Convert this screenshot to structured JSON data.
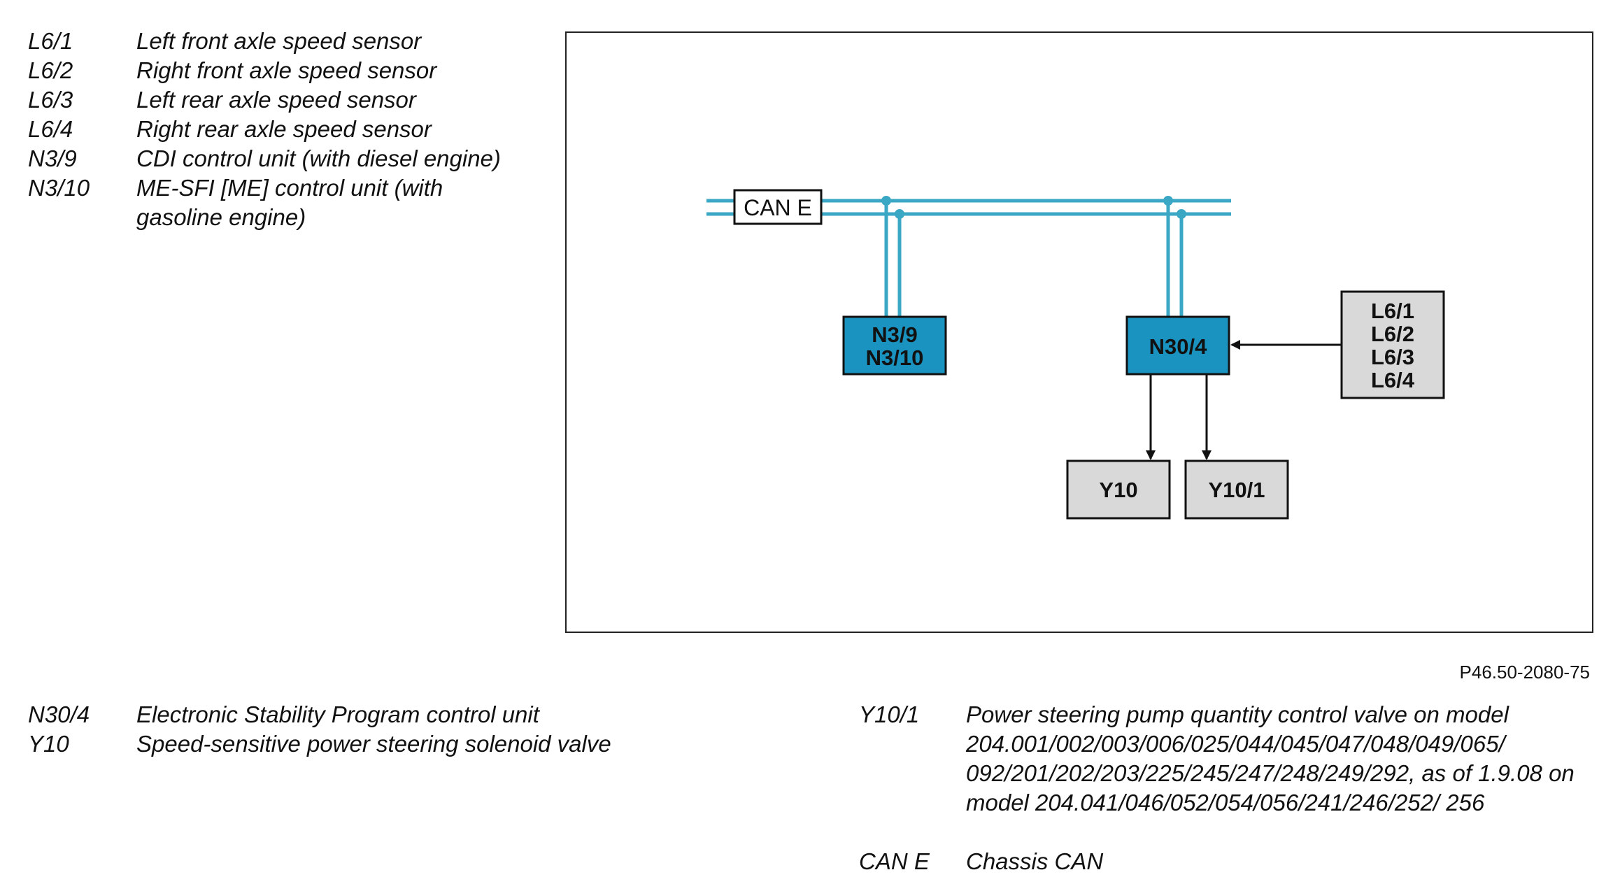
{
  "legend_top": [
    {
      "code": "L6/1",
      "desc": "Left front axle speed sensor"
    },
    {
      "code": "L6/2",
      "desc": "Right front axle speed sensor"
    },
    {
      "code": "L6/3",
      "desc": "Left rear axle speed sensor"
    },
    {
      "code": "L6/4",
      "desc": "Right rear axle speed sensor"
    },
    {
      "code": "N3/9",
      "desc": "CDI control unit (with diesel engine)"
    },
    {
      "code": "N3/10",
      "desc": "ME-SFI [ME] control unit (with gasoline engine)"
    }
  ],
  "legend_bottom_left": [
    {
      "code": "N30/4",
      "desc": "Electronic Stability Program control unit"
    },
    {
      "code": "Y10",
      "desc": "Speed-sensitive power steering solenoid valve"
    }
  ],
  "legend_bottom_right": [
    {
      "code": "Y10/1",
      "desc": "Power steering pump quantity control valve on model 204.001/002/003/006/025/044/045/047/048/049/065/ 092/201/202/203/225/245/247/248/249/292, as of 1.9.08 on model 204.041/046/052/054/056/241/246/252/ 256"
    },
    {
      "code": "CAN E",
      "desc": "Chassis CAN"
    }
  ],
  "figure_id": "P46.50-2080-75",
  "diagram": {
    "bus_label": "CAN E",
    "engine_unit": [
      "N3/9",
      "N3/10"
    ],
    "esp_unit": "N30/4",
    "sensors": [
      "L6/1",
      "L6/2",
      "L6/3",
      "L6/4"
    ],
    "valve_1": "Y10",
    "valve_2": "Y10/1"
  },
  "colors": {
    "bus_line": "#3aa7c4",
    "control_unit_fill": "#1b93c0",
    "component_fill": "#d9d9d9",
    "frame": "#222222"
  }
}
